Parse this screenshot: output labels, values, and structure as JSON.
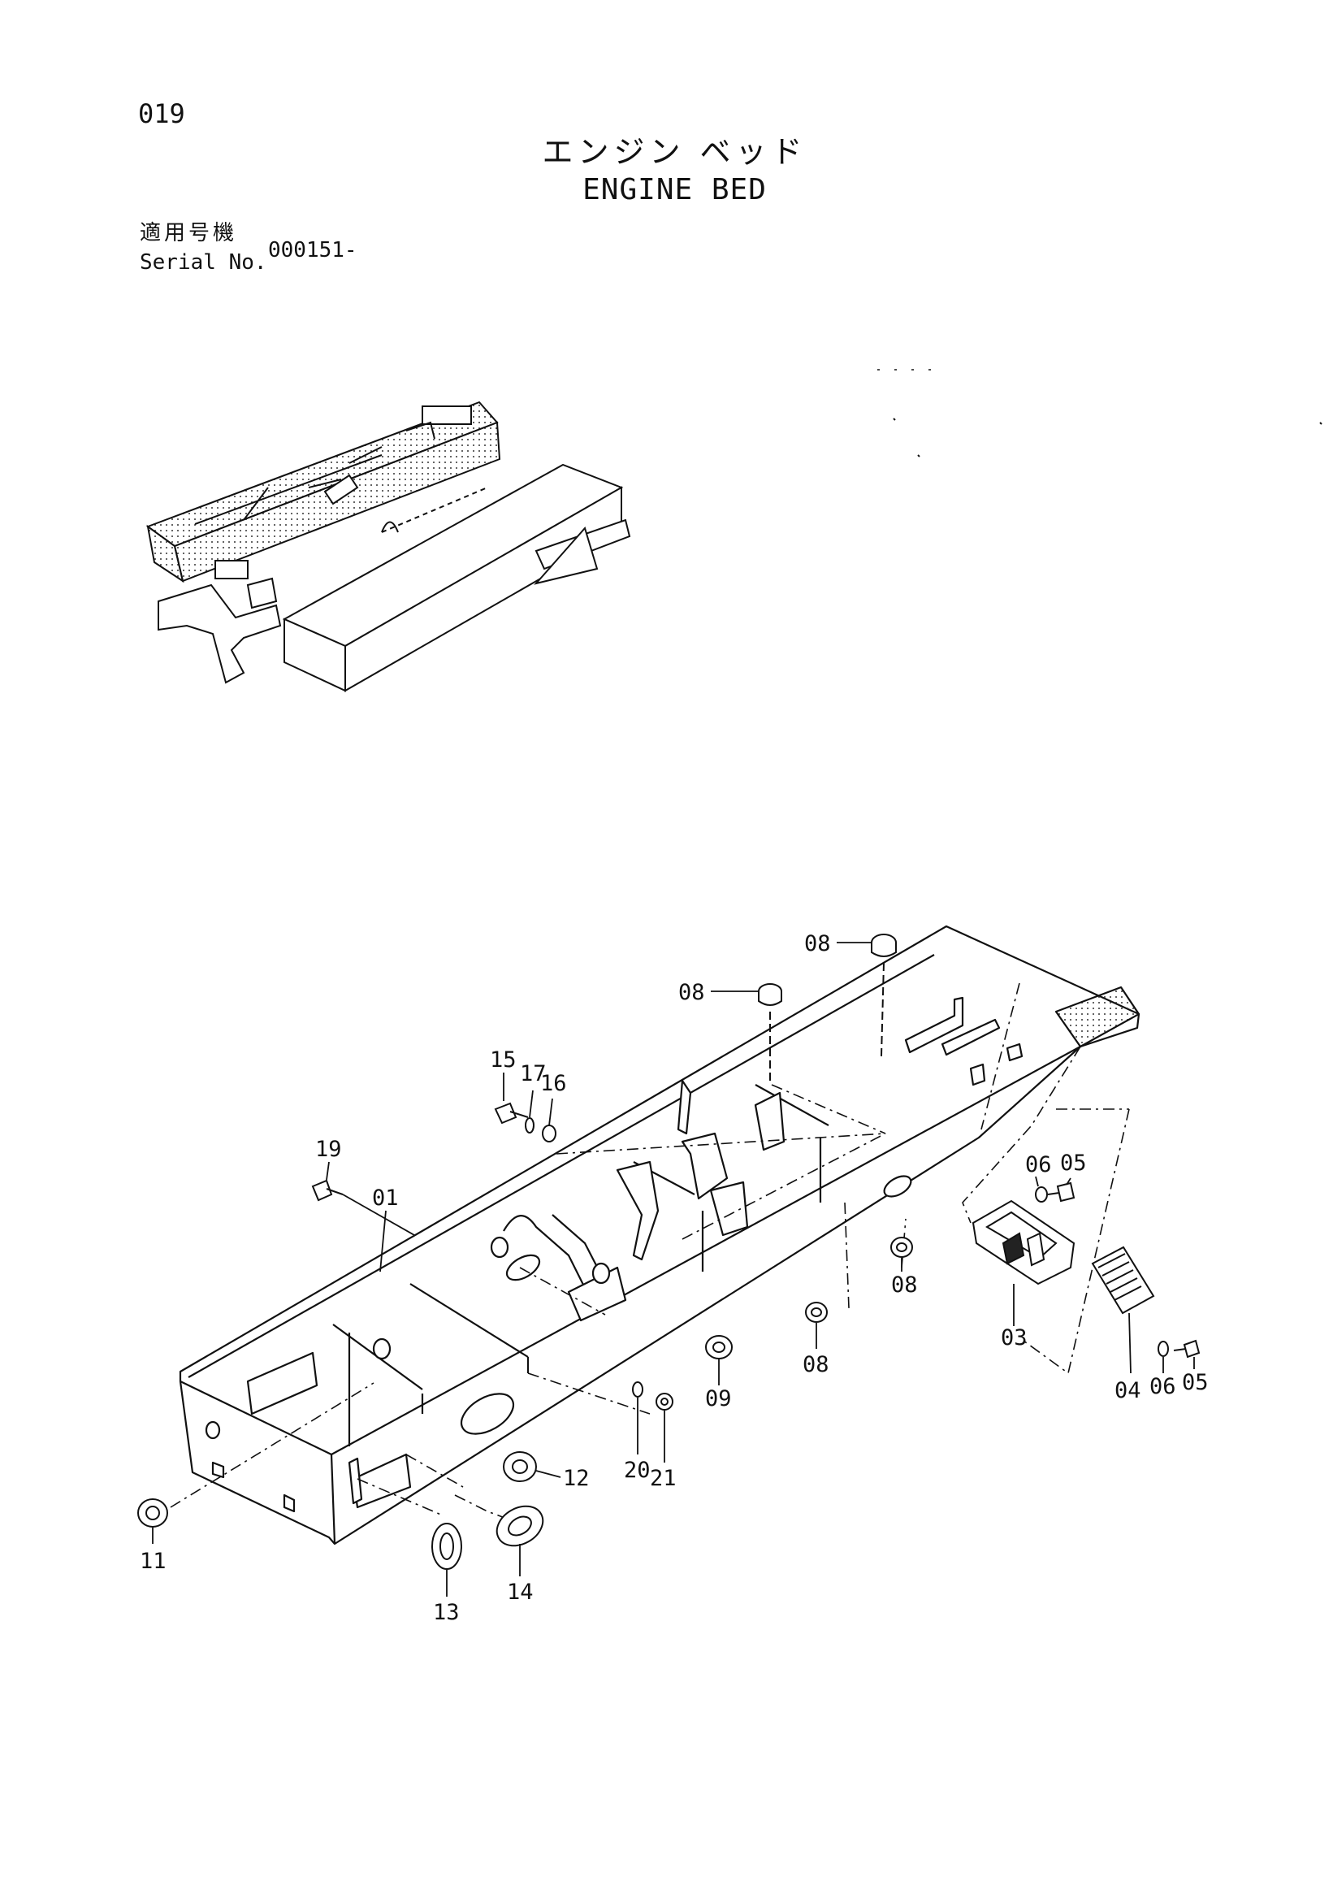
{
  "page_number": "019",
  "title": {
    "japanese": "エンジン ベッド",
    "english": "ENGINE BED"
  },
  "serial": {
    "label_jp": "適用号機",
    "label_en": "Serial No.",
    "value": "000151-"
  },
  "callouts": [
    "08",
    "08",
    "15",
    "17",
    "16",
    "19",
    "01",
    "06",
    "05",
    "08",
    "03",
    "08",
    "09",
    "05",
    "06",
    "04",
    "12",
    "20",
    "21",
    "11",
    "13",
    "14"
  ]
}
